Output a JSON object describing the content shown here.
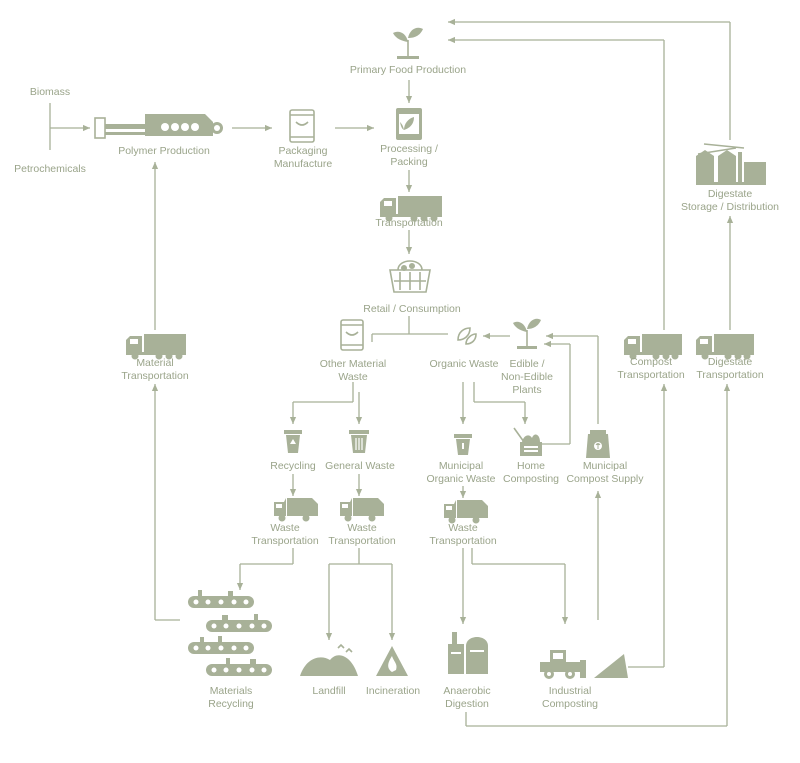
{
  "labels": {
    "biomass": "Biomass",
    "petrochemicals": "Petrochemicals",
    "polymer_production": "Polymer Production",
    "packaging_manufacture": [
      "Packaging",
      "Manufacture"
    ],
    "primary_food_production": "Primary Food Production",
    "processing_packing": [
      "Processing /",
      "Packing"
    ],
    "transportation": "Transportation",
    "retail_consumption": "Retail / Consumption",
    "other_material_waste": [
      "Other Material",
      "Waste"
    ],
    "organic_waste": "Organic Waste",
    "edible_plants": [
      "Edible /",
      "Non-Edible",
      "Plants"
    ],
    "compost_transportation": [
      "Compost",
      "Transportation"
    ],
    "digestate_transportation": [
      "Digestate",
      "Transportation"
    ],
    "digestate_storage": [
      "Digestate",
      "Storage / Distribution"
    ],
    "material_transportation": [
      "Material",
      "Transportation"
    ],
    "recycling": "Recycling",
    "general_waste": "General Waste",
    "municipal_organic_waste": [
      "Municipal",
      "Organic Waste"
    ],
    "home_composting": [
      "Home",
      "Composting"
    ],
    "municipal_compost_supply": [
      "Municipal",
      "Compost Supply"
    ],
    "waste_transportation_recycling": [
      "Waste",
      "Transportation"
    ],
    "waste_transportation_general": [
      "Waste",
      "Transportation"
    ],
    "waste_transportation_organic": [
      "Waste",
      "Transportation"
    ],
    "materials_recycling": [
      "Materials",
      "Recycling"
    ],
    "landfill": "Landfill",
    "incineration": "Incineration",
    "anaerobic_digestion": [
      "Anaerobic",
      "Digestion"
    ],
    "industrial_composting": [
      "Industrial",
      "Composting"
    ]
  },
  "colors": {
    "diagram": "#a8b198",
    "text": "#9aa48a",
    "background": "#ffffff"
  },
  "icons": [
    "sprout-icon",
    "extruder-icon",
    "bag-icon",
    "truck-icon",
    "basket-icon",
    "leaves-icon",
    "recycle-bin-icon",
    "trash-bin-icon",
    "compost-bin-icon",
    "garbage-truck-icon",
    "compost-sack-icon",
    "silo-icon",
    "conveyor-icon",
    "landfill-icon",
    "fire-icon",
    "digester-icon",
    "bulldozer-icon"
  ]
}
